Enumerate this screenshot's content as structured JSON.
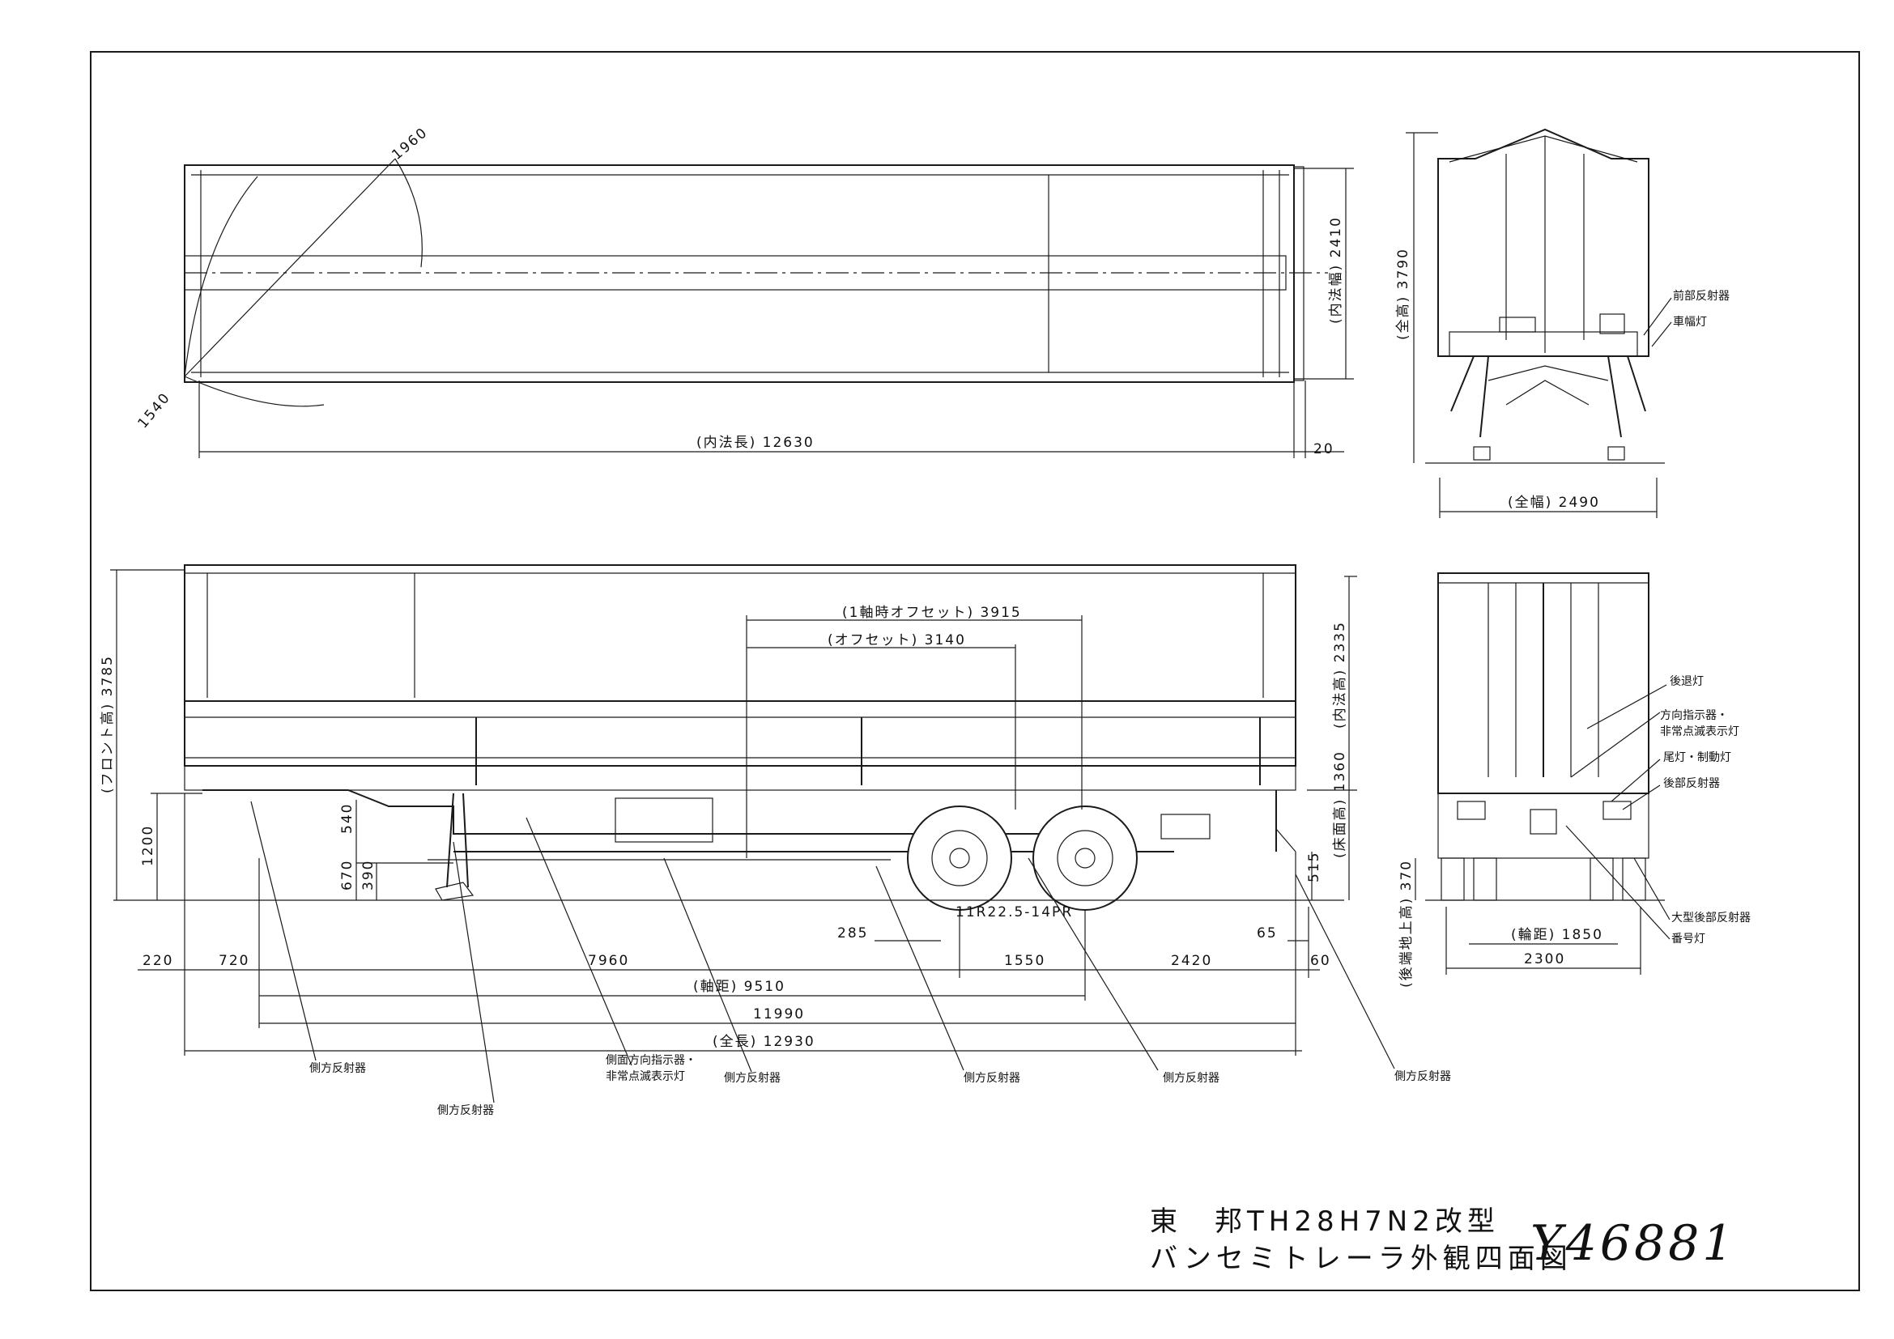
{
  "top_view": {
    "inner_length": "(内法長) 12630",
    "rear_gap": "20",
    "inner_width": "(内法幅) 2410",
    "swing_radius_front": "1540",
    "swing_radius_diag": "1960"
  },
  "rear_top_view": {
    "overall_height": "(全高) 3790",
    "overall_width": "(全幅) 2490",
    "label_front_reflector": "前部反射器",
    "label_width_lamp": "車幅灯"
  },
  "side_view": {
    "offset_one_axle_lift": "(1軸時オフセット) 3915",
    "offset": "(オフセット) 3140",
    "front_height": "(フロント高) 3785",
    "inner_height": "(内法高) 2335",
    "floor_height": "(床面高) 1360",
    "rear_515": "515",
    "coupler_height": "1200",
    "dim_540": "540",
    "dim_670": "670",
    "dim_390": "390",
    "tire_size": "11R22.5-14PR",
    "dim_285": "285",
    "dim_65": "65",
    "dim_220": "220",
    "dim_720": "720",
    "dim_7960": "7960",
    "dim_1550": "1550",
    "dim_2420": "2420",
    "dim_60": "60",
    "wheelbase": "(軸距) 9510",
    "dim_11990": "11990",
    "overall_length": "(全長) 12930",
    "label_side_reflector": "側方反射器",
    "label_side_turn_1": "側面方向指示器・",
    "label_side_turn_2": "非常点滅表示灯"
  },
  "rear_view": {
    "label_backup_lamp": "後退灯",
    "label_turn_1": "方向指示器・",
    "label_turn_2": "非常点滅表示灯",
    "label_tail_stop": "尾灯・制動灯",
    "label_rear_reflector": "後部反射器",
    "label_large_rear_reflector": "大型後部反射器",
    "label_plate_lamp": "番号灯",
    "rear_ground_height": "(後端地上高) 370",
    "track": "(輪距) 1850",
    "overall_width_2": "2300"
  },
  "title_block": {
    "line1": "東　邦TH28H7N2改型",
    "line2": "バンセミトレーラ外観四面図",
    "drawing_number": "Y46881"
  }
}
